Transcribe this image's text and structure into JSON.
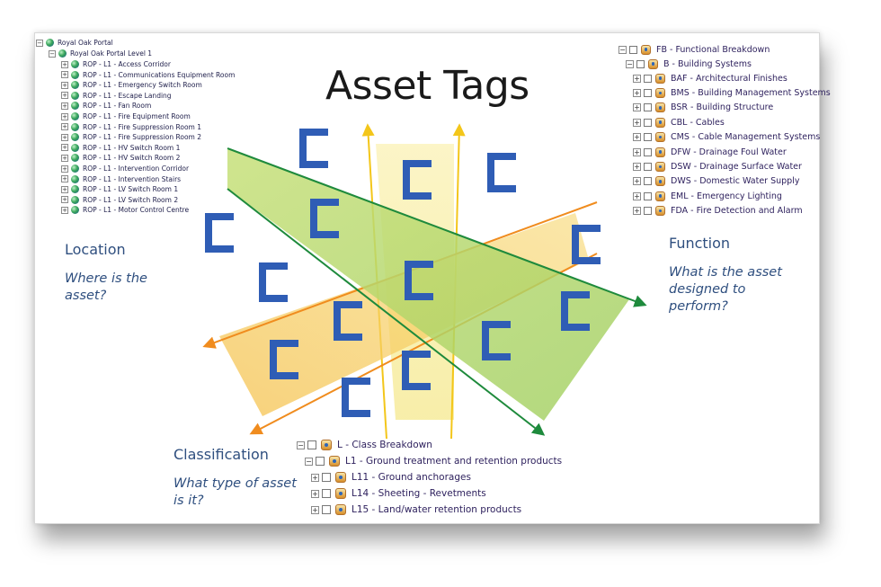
{
  "title": "Asset Tags",
  "colors": {
    "green": "#1e8a3c",
    "orange": "#f08c1e",
    "yellow": "#f3c61a",
    "tag_blue": "#2f5db5",
    "label_blue": "#2f4f7f"
  },
  "location_tree": {
    "root": "Royal Oak Portal",
    "level": "Royal Oak Portal Level 1",
    "items": [
      "ROP - L1 - Access Corridor",
      "ROP - L1 - Communications Equipment Room",
      "ROP - L1 - Emergency Switch Room",
      "ROP - L1 - Escape Landing",
      "ROP - L1 - Fan Room",
      "ROP - L1 - Fire Equipment Room",
      "ROP - L1 - Fire Suppression Room 1",
      "ROP - L1 - Fire Suppression Room 2",
      "ROP - L1 - HV Switch Room 1",
      "ROP - L1 - HV Switch Room 2",
      "ROP - L1 - Intervention Corridor",
      "ROP - L1 - Intervention Stairs",
      "ROP - L1 - LV Switch Room 1",
      "ROP - L1 - LV Switch Room 2",
      "ROP - L1 - Motor Control Centre"
    ]
  },
  "function_tree": {
    "root": "FB - Functional Breakdown",
    "group": "B - Building Systems",
    "items": [
      "BAF - Architectural Finishes",
      "BMS - Building Management Systems",
      "BSR - Building Structure",
      "CBL - Cables",
      "CMS - Cable Management Systems",
      "DFW - Drainage Foul Water",
      "DSW - Drainage Surface Water",
      "DWS - Domestic Water Supply",
      "EML - Emergency Lighting",
      "FDA - Fire Detection and Alarm"
    ]
  },
  "class_tree": {
    "root": "L - Class Breakdown",
    "group": "L1 - Ground treatment and retention products",
    "items": [
      "L11 - Ground anchorages",
      "L14 - Sheeting - Revetments",
      "L15 - Land/water retention products"
    ]
  },
  "labels": {
    "location": {
      "heading": "Location",
      "question": "Where is the asset?"
    },
    "function": {
      "heading": "Function",
      "question": "What is the asset designed to perform?"
    },
    "classification": {
      "heading": "Classification",
      "question": "What type of asset is it?"
    }
  },
  "tag_icon": "bracket-tag-icon"
}
